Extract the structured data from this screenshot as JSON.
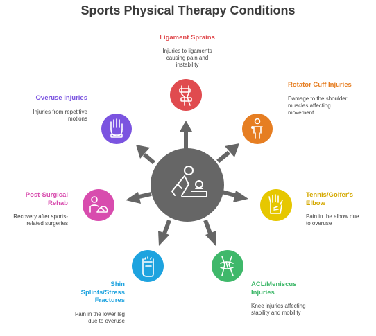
{
  "title": "Sports Physical Therapy Conditions",
  "colors": {
    "hub": "#666666",
    "arrow": "#666666",
    "ligament": "#e04b4f",
    "rotator": "#e67e22",
    "tennis": "#e6c700",
    "acl": "#3fb86a",
    "shin": "#1ea3df",
    "postsurgical": "#d84cae",
    "overuse": "#7b54e0"
  },
  "items": {
    "ligament": {
      "title": "Ligament Sprains",
      "desc": "Injuries to ligaments causing pain and instability",
      "icon": "knee-brace-icon"
    },
    "rotator": {
      "title": "Rotator Cuff Injuries",
      "desc": "Damage to the shoulder muscles affecting movement",
      "icon": "shoulder-person-icon"
    },
    "tennis": {
      "title": "Tennis/Golfer's Elbow",
      "desc": "Pain in the elbow due to overuse",
      "icon": "hand-pain-icon"
    },
    "acl": {
      "title": "ACL/Meniscus Injuries",
      "desc": "Knee injuries affecting stability and mobility",
      "icon": "knee-joint-icon"
    },
    "shin": {
      "title": "Shin Splints/Stress Fractures",
      "desc": "Pain in the lower leg due to overuse",
      "icon": "foot-icon"
    },
    "postsurgical": {
      "title": "Post-Surgical Rehab",
      "desc": "Recovery after sports-related surgeries",
      "icon": "bandaged-person-icon"
    },
    "overuse": {
      "title": "Overuse Injuries",
      "desc": "Injuries from repetitive motions",
      "icon": "wrist-brace-icon"
    }
  },
  "hub_icon": "therapist-patient-icon"
}
